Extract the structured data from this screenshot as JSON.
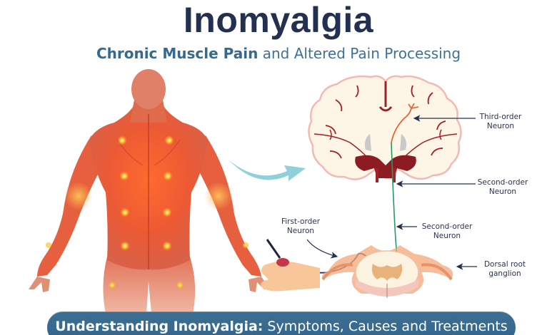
{
  "header": {
    "title": "Inomyalgia",
    "subtitle_strong": "Chronic Muscle Pain",
    "subtitle_rest": " and Altered Pain Processing"
  },
  "diagram": {
    "labels": {
      "third_order": [
        "Third-order",
        "Neuron"
      ],
      "second_order_upper": [
        "Second-order",
        "Neuron"
      ],
      "second_order_lower": [
        "Second-order",
        "Neuron"
      ],
      "first_order": [
        "First-order",
        "Neuron"
      ],
      "dorsal_root": [
        "Dorsal root",
        "ganglion"
      ]
    },
    "figures": {
      "body": "back-muscle-body-figure",
      "brain": "brain-coronal-section",
      "spinal_cord": "spinal-cord-cross-section",
      "hand": "hand-with-stimulus"
    },
    "colors": {
      "title": "#23304f",
      "subtitle": "#3b6f93",
      "muscle": "#e8583a",
      "brain_fill": "#fdf6e6",
      "brain_outline": "#f3b9b5",
      "vessel": "#a71e22",
      "first_order_path": "#1f3170",
      "second_order_path": "#1f9a6a",
      "third_order_path": "#ef5a2a",
      "curved_arrow": "#8fd0da",
      "banner": "#35698f"
    }
  },
  "banner": {
    "strong": "Understanding Inomyalgia:",
    "rest": " Symptoms, Causes and Treatments"
  }
}
